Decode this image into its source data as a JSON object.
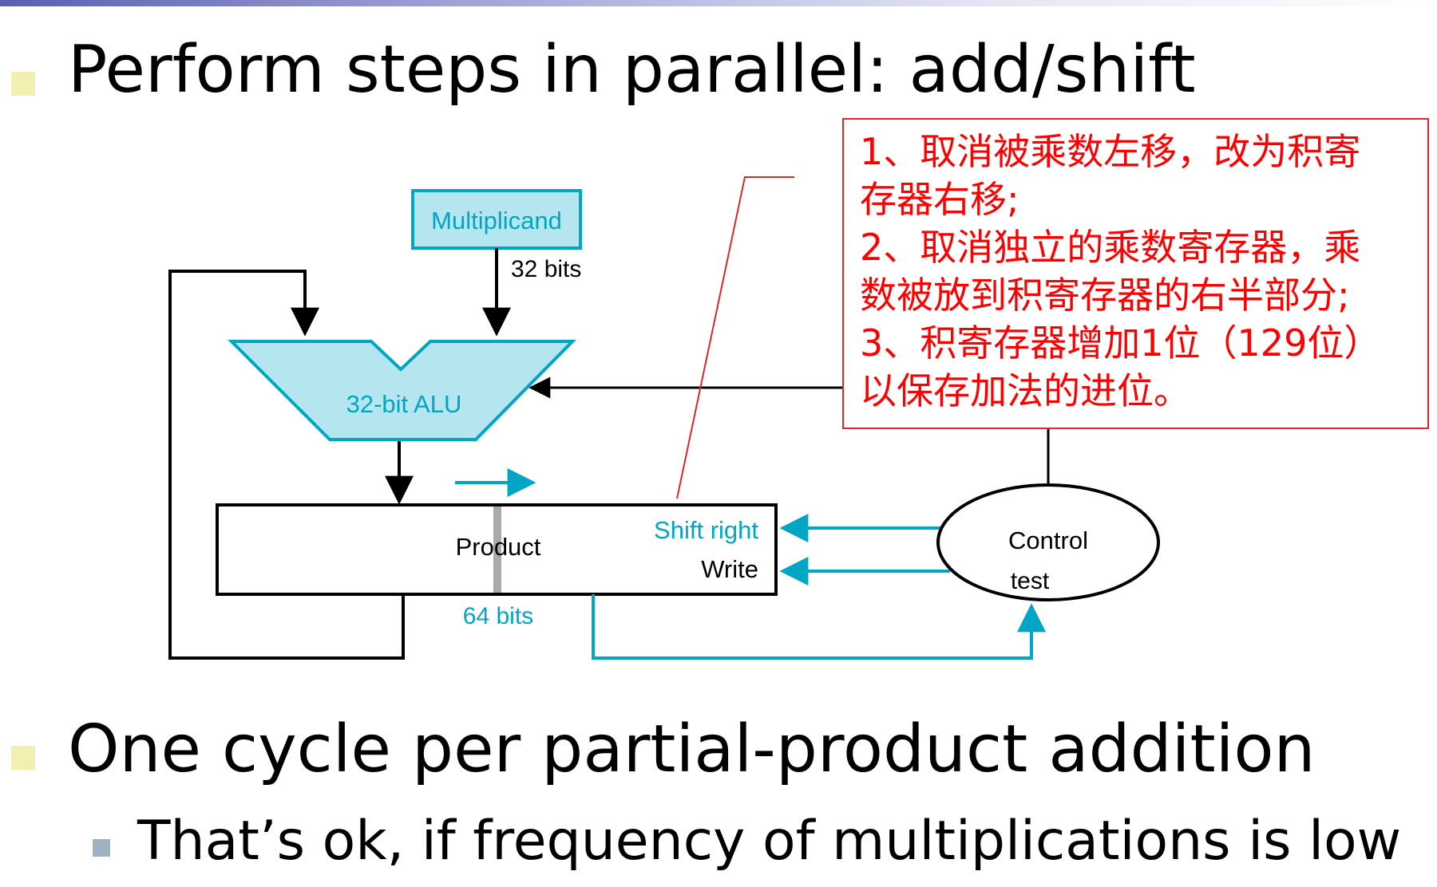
{
  "slide": {
    "heading1": "Perform steps in parallel: add/shift",
    "heading2": "One cycle per partial-product addition",
    "subtext": "That’s ok, if frequency of multiplications is low"
  },
  "callout": {
    "lines": [
      "1、取消被乘数左移，改为积寄",
      "存器右移;",
      "2、取消独立的乘数寄存器，乘",
      "数被放到积寄存器的右半部分;",
      "3、积寄存器增加1位（129位）",
      "以保存加法的进位。"
    ]
  },
  "diagram": {
    "multiplicand_label": "Multiplicand",
    "multiplicand_width": "32 bits",
    "alu_label": "32-bit ALU",
    "product_label": "Product",
    "product_width": "64 bits",
    "shift_right_label": "Shift right",
    "write_label": "Write",
    "control_label": "Control",
    "test_label": "test"
  },
  "colors": {
    "accent": "#00a6c4",
    "fill": "#b5e5ee",
    "callout_text": "#ff0000",
    "callout_border": "#e0262b"
  }
}
